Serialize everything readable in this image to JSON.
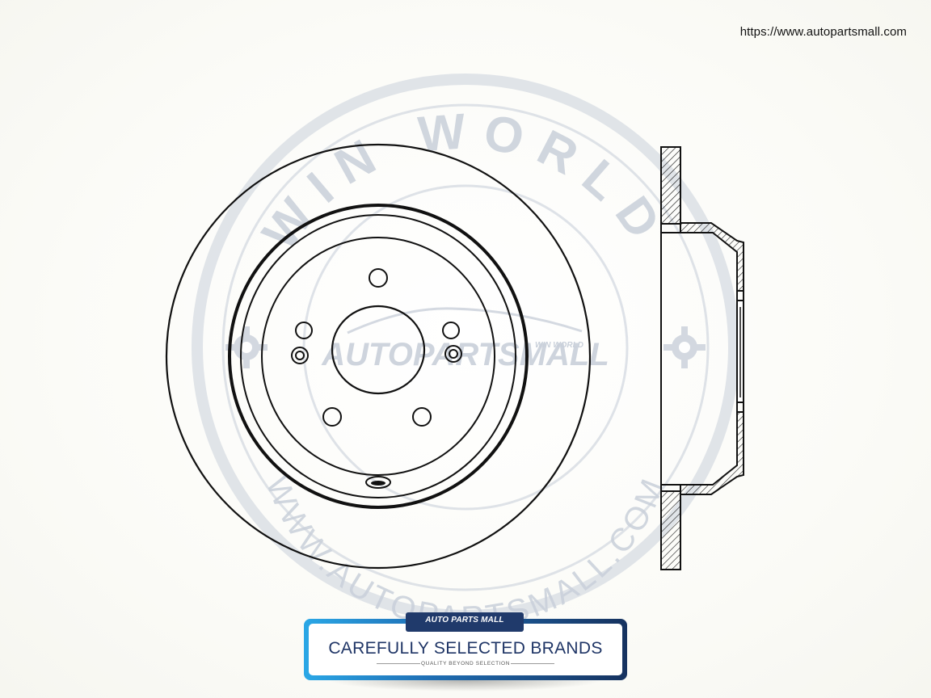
{
  "header": {
    "url": "https://www.autopartsmall.com"
  },
  "watermark": {
    "top_arc_text": "WIN WORLD",
    "bottom_arc_text": "WWW.AUTOPARTSMALL.COM",
    "center_text": "AUTOPARTSMALL",
    "center_small_text": "WIN WORLD",
    "color": "#c9d0da"
  },
  "banner": {
    "logo_text": "AUTO PARTS MALL",
    "title": "CAREFULLY SELECTED BRANDS",
    "subtitle": "QUALITY BEYOND SELECTION",
    "accent_light": "#2aa7e6",
    "accent_dark": "#16325f"
  },
  "drawing": {
    "line_color": "#111111"
  }
}
